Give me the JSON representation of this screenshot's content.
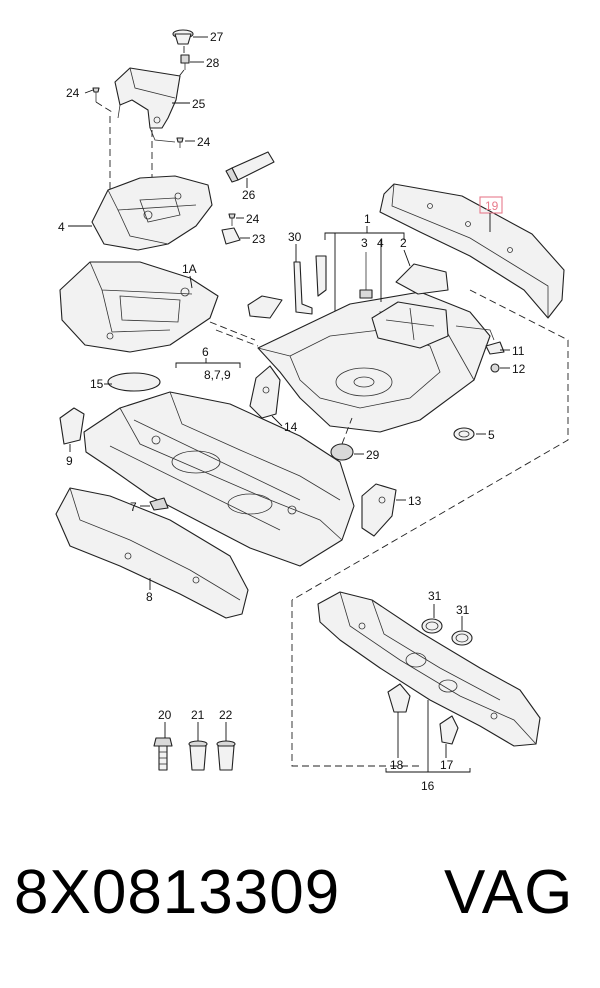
{
  "callouts": {
    "c1": "1",
    "c1a": "1A",
    "c3": "3",
    "c4a": "4",
    "c4b": "4",
    "c2": "2",
    "c5": "5",
    "c6": "6",
    "c789": "8,7,9",
    "c7": "7",
    "c8": "8",
    "c9": "9",
    "c11": "11",
    "c12": "12",
    "c13": "13",
    "c14": "14",
    "c15": "15",
    "c16": "16",
    "c17": "17",
    "c18": "18",
    "c19": "19",
    "c20": "20",
    "c21": "21",
    "c22": "22",
    "c23": "23",
    "c24a": "24",
    "c24b": "24",
    "c24c": "24",
    "c25": "25",
    "c26": "26",
    "c27": "27",
    "c28": "28",
    "c29": "29",
    "c30": "30",
    "c31a": "31",
    "c31b": "31"
  },
  "footer": {
    "part_number": "8X0813309",
    "brand": "VAG"
  },
  "colors": {
    "highlight": "#e87b8c",
    "line": "#222222"
  }
}
